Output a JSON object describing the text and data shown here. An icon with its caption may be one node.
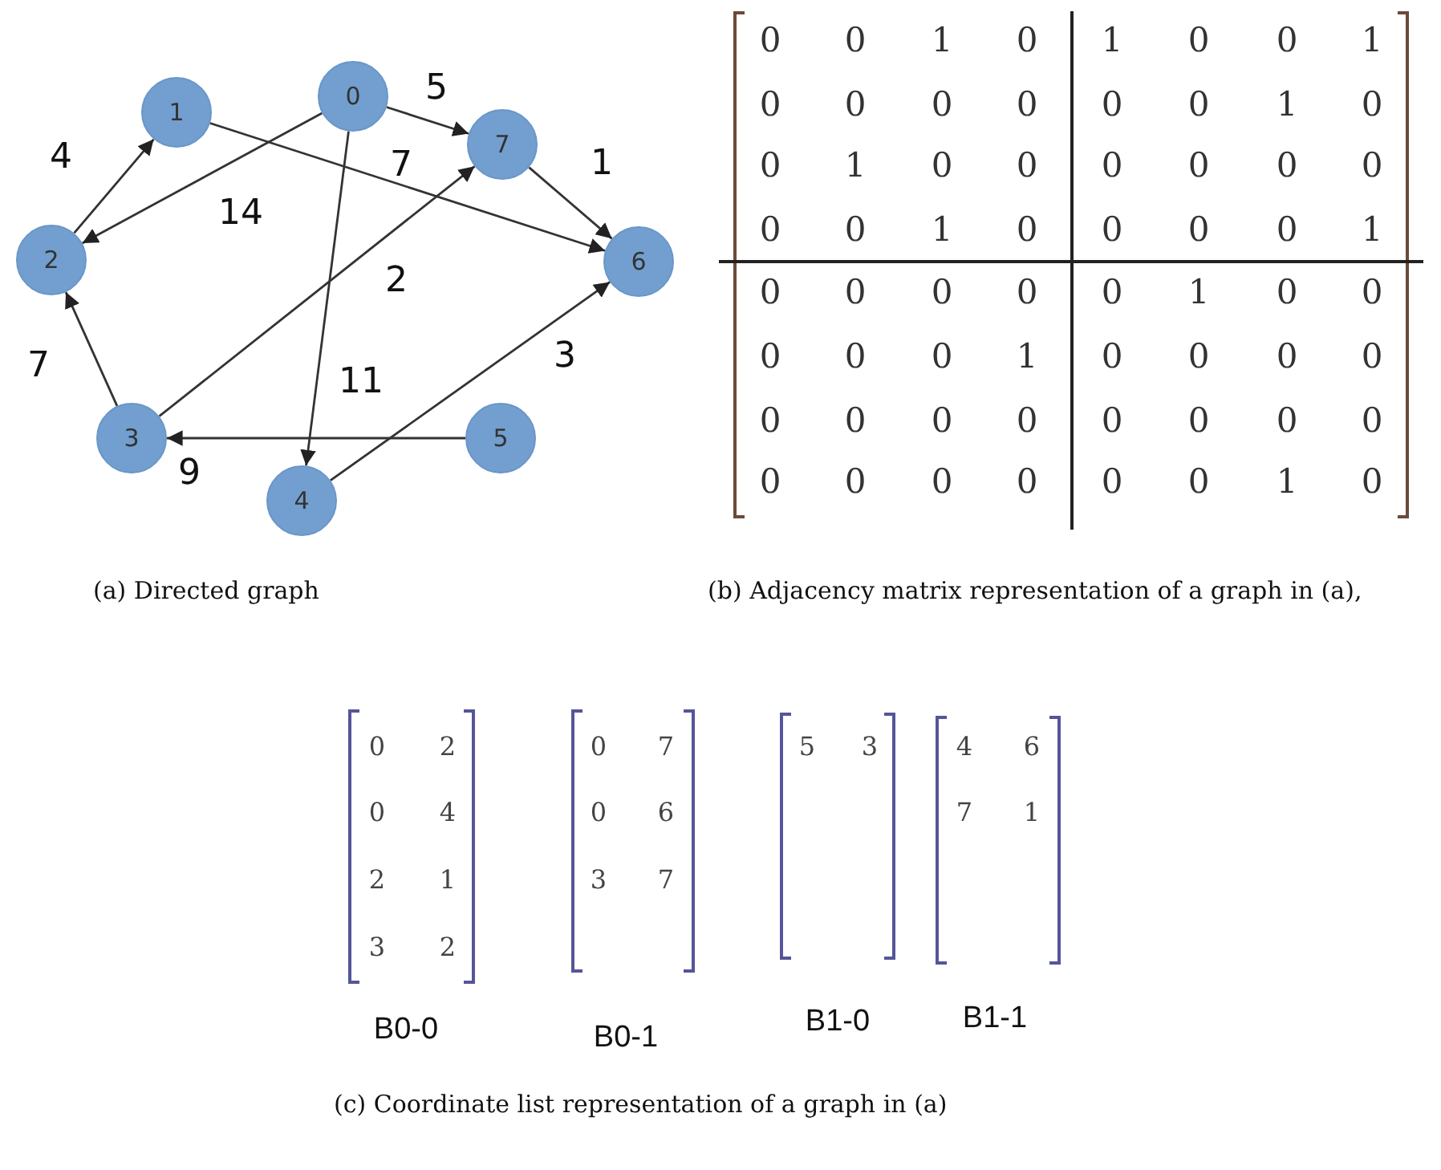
{
  "diagram": {
    "nodes": [
      {
        "text": [
          "0"
        ]
      },
      {
        "text": [
          "1"
        ]
      },
      {
        "text": [
          "2"
        ]
      },
      {
        "text": [
          "3"
        ]
      },
      {
        "text": [
          "4"
        ]
      },
      {
        "text": [
          "5"
        ]
      },
      {
        "text": [
          "6"
        ]
      },
      {
        "text": [
          "7"
        ]
      }
    ],
    "edges": [
      {
        "from": 0,
        "to": 7,
        "arrow": "to",
        "label": "5"
      },
      {
        "from": 0,
        "to": 2,
        "arrow": "to",
        "label": "14"
      },
      {
        "from": 0,
        "to": 4,
        "arrow": "to",
        "label": "11"
      },
      {
        "from": 1,
        "to": 6,
        "arrow": "to",
        "label": "7"
      },
      {
        "from": 2,
        "to": 1,
        "arrow": "to",
        "label": "4"
      },
      {
        "from": 3,
        "to": 2,
        "arrow": "to",
        "label": "7"
      },
      {
        "from": 3,
        "to": 7,
        "arrow": "to",
        "label": "2"
      },
      {
        "from": 4,
        "to": 6,
        "arrow": "to",
        "label": "3"
      },
      {
        "from": 5,
        "to": 3,
        "arrow": "to",
        "label": "9"
      },
      {
        "from": 7,
        "to": 6,
        "arrow": "to",
        "label": "1"
      }
    ],
    "labels": [
      "0",
      "0",
      "1",
      "0",
      "1",
      "0",
      "0",
      "1",
      "0",
      "0",
      "0",
      "0",
      "0",
      "0",
      "1",
      "0",
      "0",
      "1",
      "0",
      "0",
      "0",
      "0",
      "0",
      "0",
      "0",
      "0",
      "1",
      "0",
      "0",
      "0",
      "0",
      "1",
      "0",
      "0",
      "0",
      "0",
      "0",
      "1",
      "0",
      "0",
      "0",
      "0",
      "0",
      "1",
      "0",
      "0",
      "0",
      "0",
      "0",
      "0",
      "0",
      "0",
      "0",
      "0",
      "0",
      "0",
      "0",
      "0",
      "0",
      "0",
      "0",
      "0",
      "1",
      "0",
      "(a) Directed graph",
      "(b) Adjacency matrix representation of a graph in (a),",
      "0",
      "2",
      "0",
      "4",
      "2",
      "1",
      "3",
      "2",
      "0",
      "7",
      "0",
      "6",
      "3",
      "7",
      "5",
      "3",
      "4",
      "6",
      "7",
      "1",
      "B0-0",
      "B0-1",
      "B1-0",
      "B1-1",
      "(c) Coordinate list representation of a graph in (a)"
    ]
  }
}
